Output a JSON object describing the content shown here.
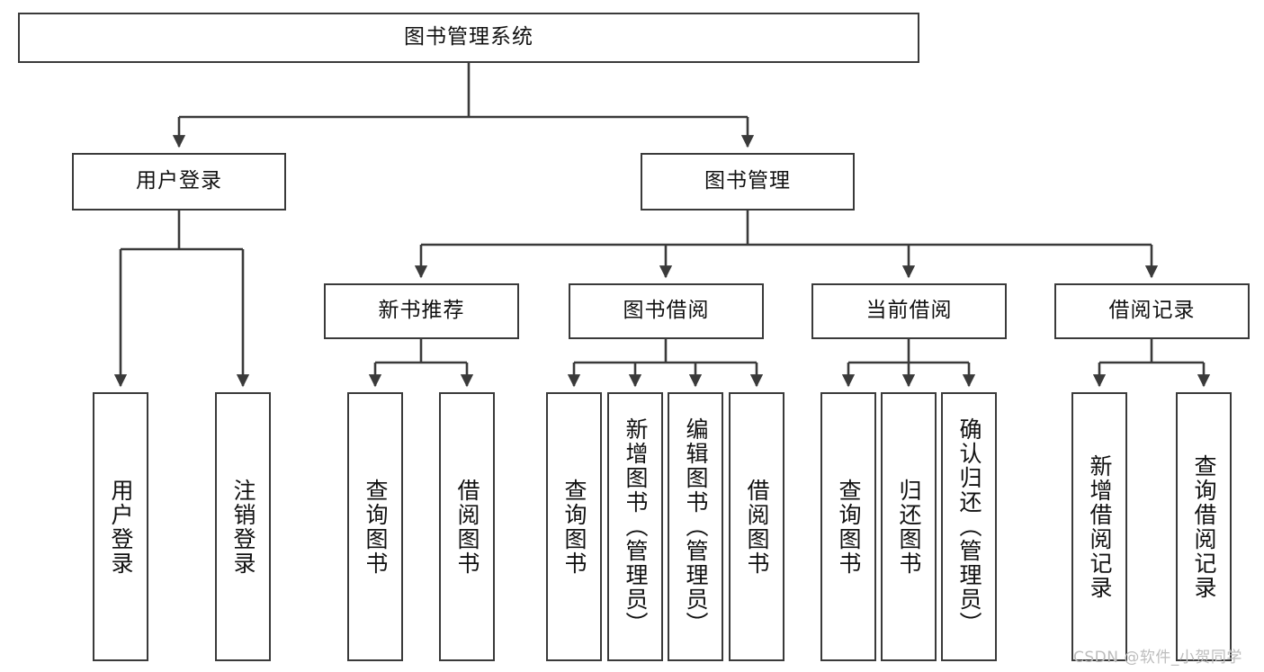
{
  "diagram": {
    "title": "图书管理系统",
    "type": "tree",
    "watermark": "CSDN @软件_小贺同学",
    "colors": {
      "box_border": "#3a3a3a",
      "box_fill": "#ffffff",
      "edge": "#3a3a3a",
      "text": "#111111",
      "watermark": "#bdbdbd",
      "background": "#ffffff"
    },
    "root": {
      "label": "图书管理系统"
    },
    "level2": [
      {
        "label": "用户登录"
      },
      {
        "label": "图书管理"
      }
    ],
    "level3": [
      {
        "label": "新书推荐"
      },
      {
        "label": "图书借阅"
      },
      {
        "label": "当前借阅"
      },
      {
        "label": "借阅记录"
      }
    ],
    "leaves": {
      "user_login": [
        {
          "label": "用户登录"
        },
        {
          "label": "注销登录"
        }
      ],
      "new_book_recommend": [
        {
          "label": "查询图书"
        },
        {
          "label": "借阅图书"
        }
      ],
      "book_borrow": [
        {
          "label": "查询图书"
        },
        {
          "label": "新增图书（管理员）"
        },
        {
          "label": "编辑图书（管理员）"
        },
        {
          "label": "借阅图书"
        }
      ],
      "current_borrow": [
        {
          "label": "查询图书"
        },
        {
          "label": "归还图书"
        },
        {
          "label": "确认归还（管理员）"
        }
      ],
      "borrow_record": [
        {
          "label": "新增借阅记录"
        },
        {
          "label": "查询借阅记录"
        }
      ]
    }
  }
}
